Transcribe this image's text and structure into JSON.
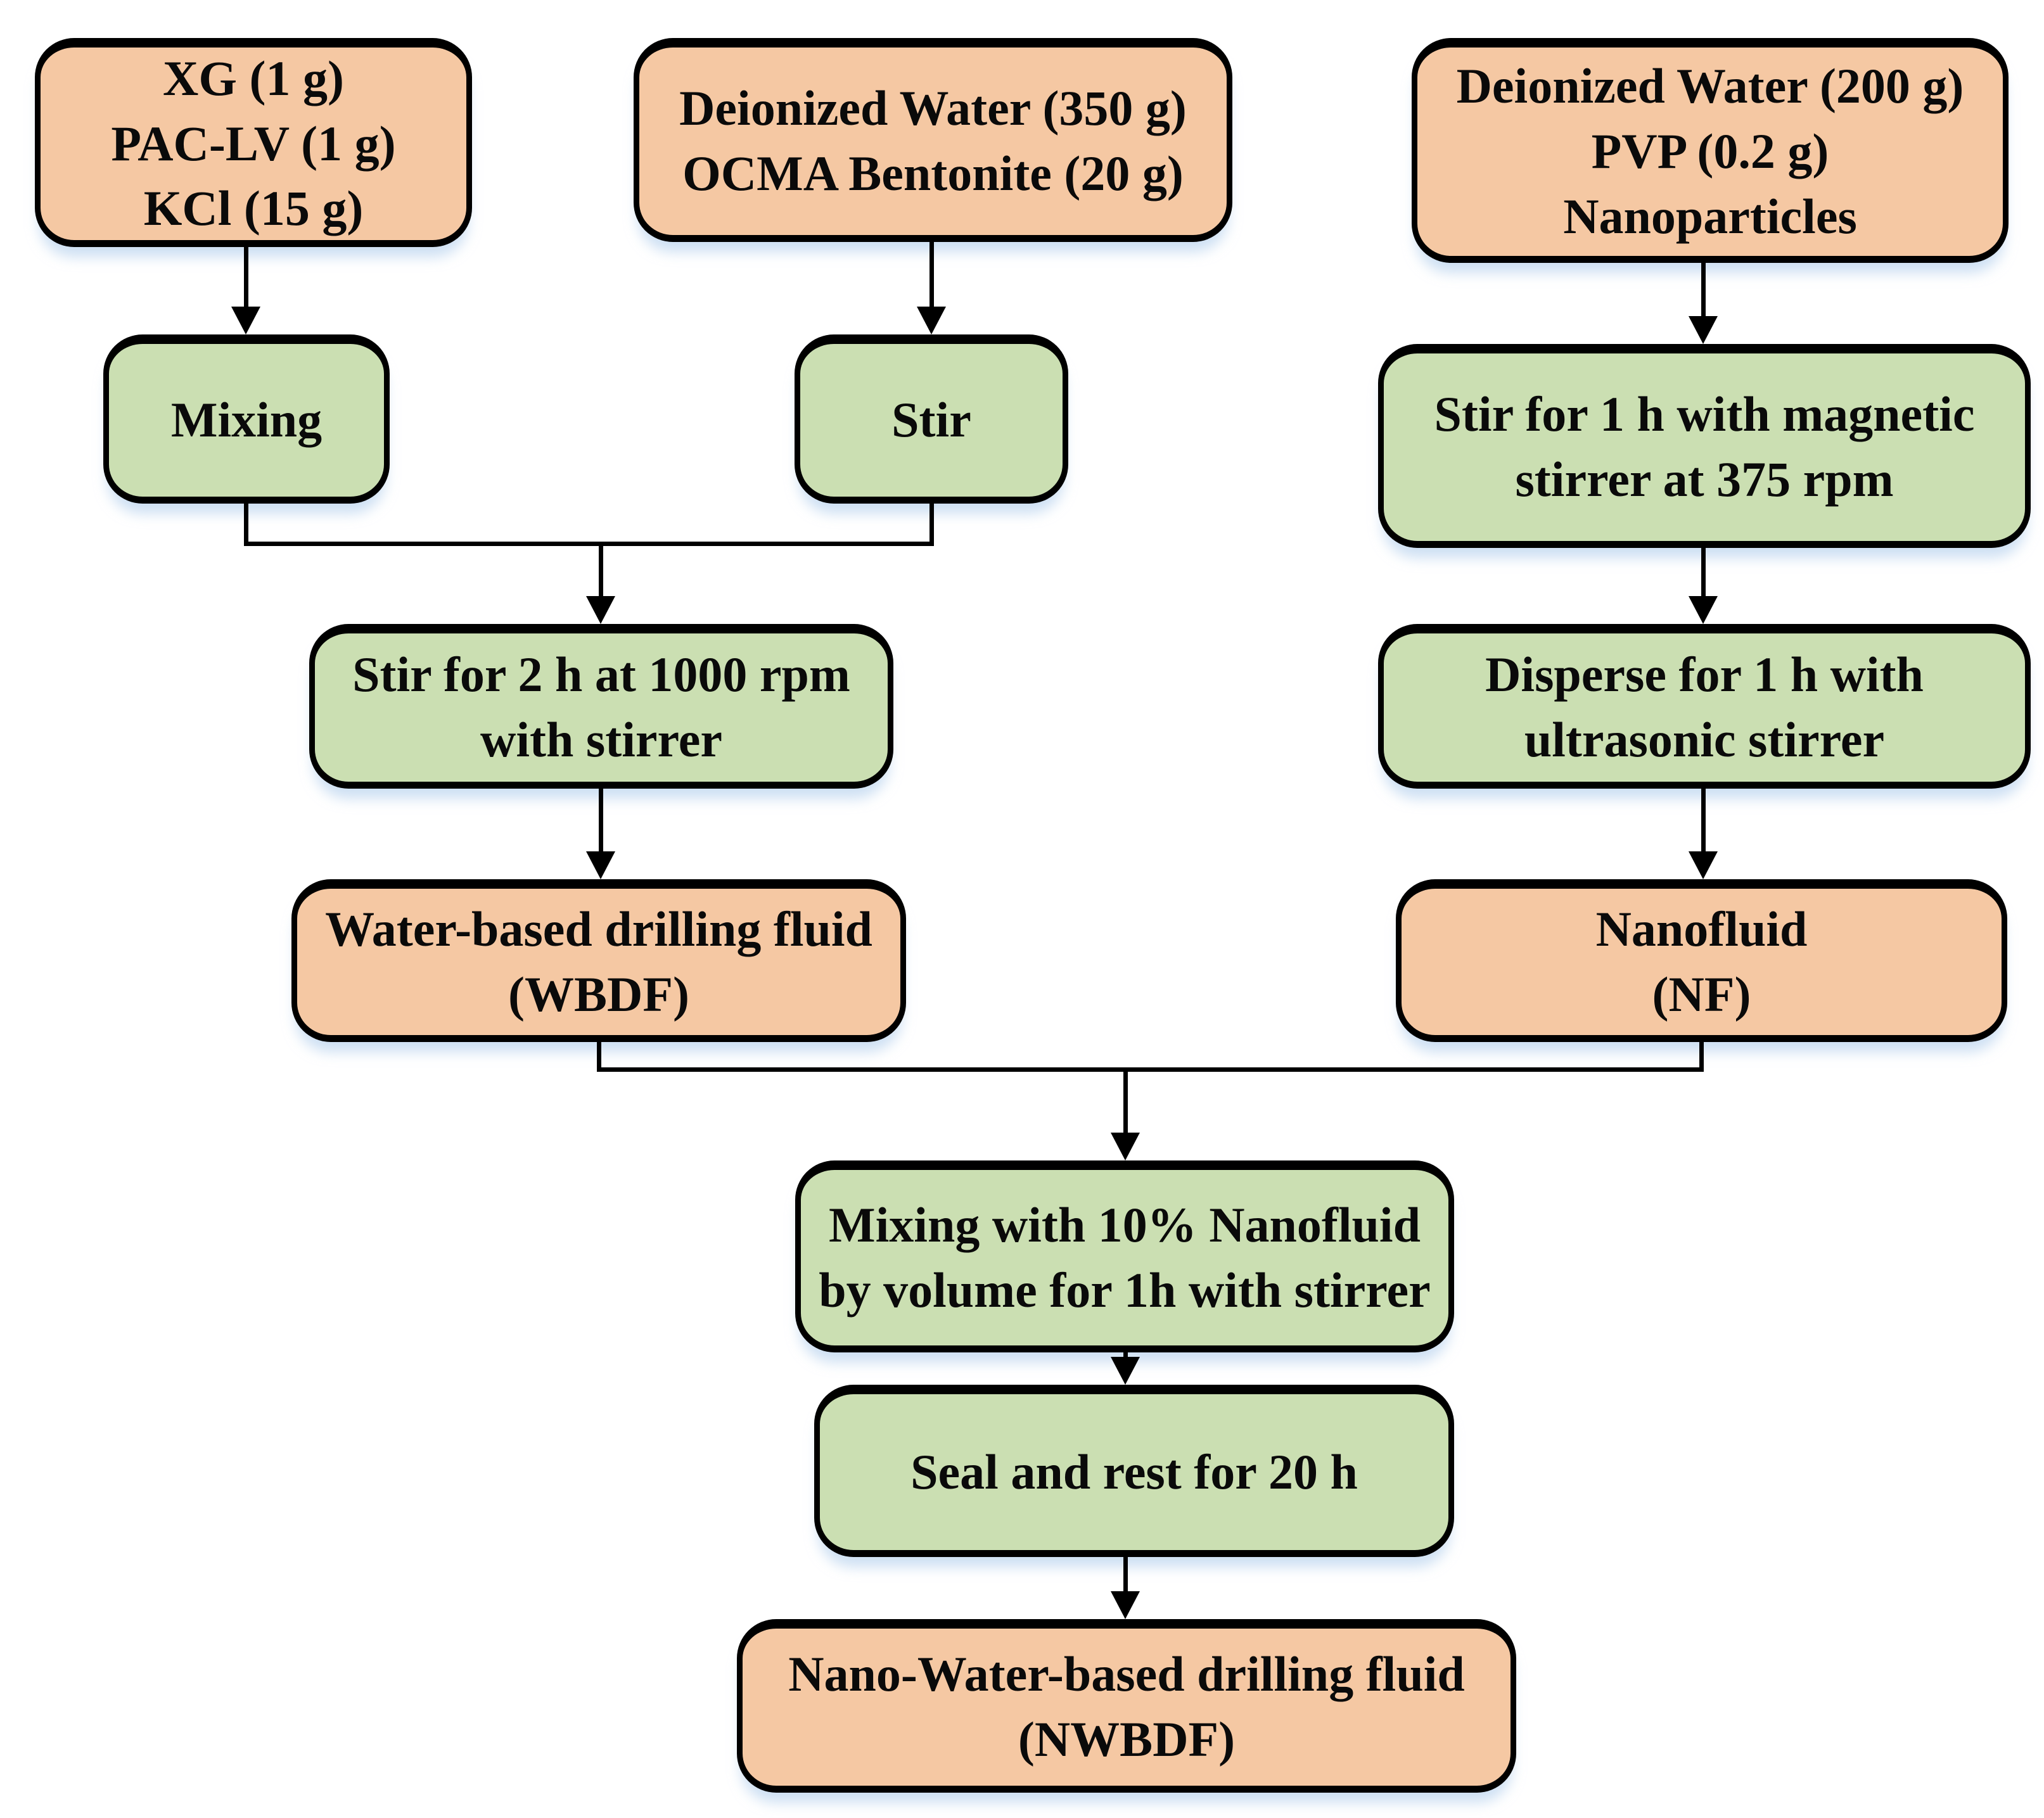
{
  "diagram": {
    "type": "flowchart",
    "description": "Preparation procedure of nano water-based drilling fluid",
    "colors": {
      "ingredient_fill": "#F5C8A3",
      "process_fill": "#CBDFB2",
      "line": "#000000",
      "text": "#0a0a0a",
      "shadow": "#AECBEB"
    },
    "nodes": {
      "xg_pac_kcl": {
        "kind": "ingredient",
        "lines": [
          "XG (1 g)",
          "PAC-LV (1 g)",
          "KCl (15 g)"
        ]
      },
      "water_bentonite": {
        "kind": "ingredient",
        "lines": [
          "Deionized Water (350 g)",
          "OCMA Bentonite (20 g)"
        ]
      },
      "water_pvp_np": {
        "kind": "ingredient",
        "lines": [
          "Deionized Water (200 g)",
          "PVP (0.2 g)",
          "Nanoparticles"
        ]
      },
      "mixing": {
        "kind": "process",
        "lines": [
          "Mixing"
        ]
      },
      "stir": {
        "kind": "process",
        "lines": [
          "Stir"
        ]
      },
      "stir_magnetic": {
        "kind": "process",
        "lines": [
          "Stir for 1 h with magnetic",
          "stirrer at 375 rpm"
        ]
      },
      "stir_2h": {
        "kind": "process",
        "lines": [
          "Stir for 2 h at 1000 rpm",
          "with stirrer"
        ]
      },
      "disperse": {
        "kind": "process",
        "lines": [
          "Disperse for 1 h with",
          "ultrasonic stirrer"
        ]
      },
      "wbdf": {
        "kind": "ingredient",
        "lines": [
          "Water-based drilling fluid",
          "(WBDF)"
        ]
      },
      "nanofluid": {
        "kind": "ingredient",
        "lines": [
          "Nanofluid",
          "(NF)"
        ]
      },
      "mix_10pct": {
        "kind": "process",
        "lines": [
          "Mixing with 10% Nanofluid",
          "by volume for 1h with stirrer"
        ]
      },
      "seal_rest": {
        "kind": "process",
        "lines": [
          "Seal and rest for 20 h"
        ]
      },
      "nwbdf": {
        "kind": "ingredient",
        "lines": [
          "Nano-Water-based drilling fluid",
          "(NWBDF)"
        ]
      }
    },
    "edges": [
      {
        "from": "xg_pac_kcl",
        "to": "mixing"
      },
      {
        "from": "water_bentonite",
        "to": "stir"
      },
      {
        "from": "water_pvp_np",
        "to": "stir_magnetic"
      },
      {
        "from": "mixing",
        "to": "stir_2h"
      },
      {
        "from": "stir",
        "to": "stir_2h"
      },
      {
        "from": "stir_magnetic",
        "to": "disperse"
      },
      {
        "from": "stir_2h",
        "to": "wbdf"
      },
      {
        "from": "disperse",
        "to": "nanofluid"
      },
      {
        "from": "wbdf",
        "to": "mix_10pct"
      },
      {
        "from": "nanofluid",
        "to": "mix_10pct"
      },
      {
        "from": "mix_10pct",
        "to": "seal_rest"
      },
      {
        "from": "seal_rest",
        "to": "nwbdf"
      }
    ]
  }
}
